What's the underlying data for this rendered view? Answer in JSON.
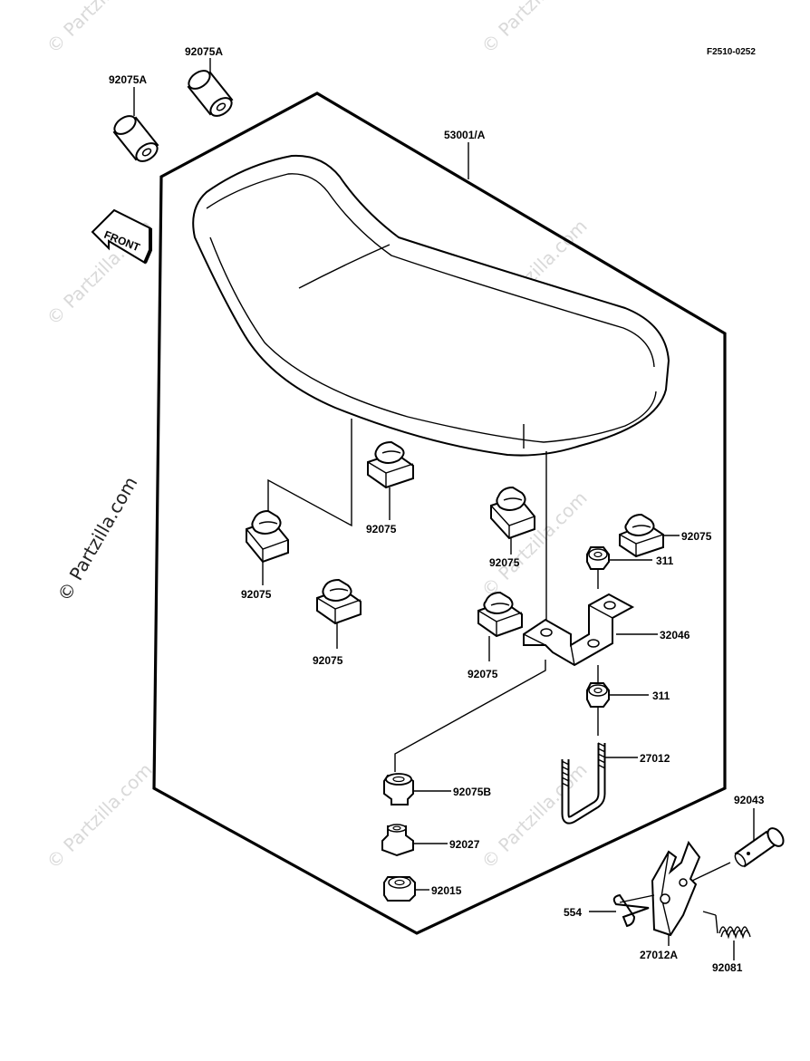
{
  "diagram": {
    "code": "F2510-0252",
    "front_label": "FRONT",
    "watermark": "© Partzilla.com",
    "part_labels": {
      "p92075A_left": "92075A",
      "p92075A_right": "92075A",
      "p53001A": "53001/A",
      "p92075_a": "92075",
      "p92075_b": "92075",
      "p92075_c": "92075",
      "p92075_d": "92075",
      "p92075_e": "92075",
      "p92075_f": "92075",
      "p311_top": "311",
      "p32046": "32046",
      "p311_bottom": "311",
      "p27012": "27012",
      "p92075B": "92075B",
      "p92027": "92027",
      "p92015": "92015",
      "p92043": "92043",
      "p554": "554",
      "p27012A": "27012A",
      "p92081": "92081"
    }
  }
}
